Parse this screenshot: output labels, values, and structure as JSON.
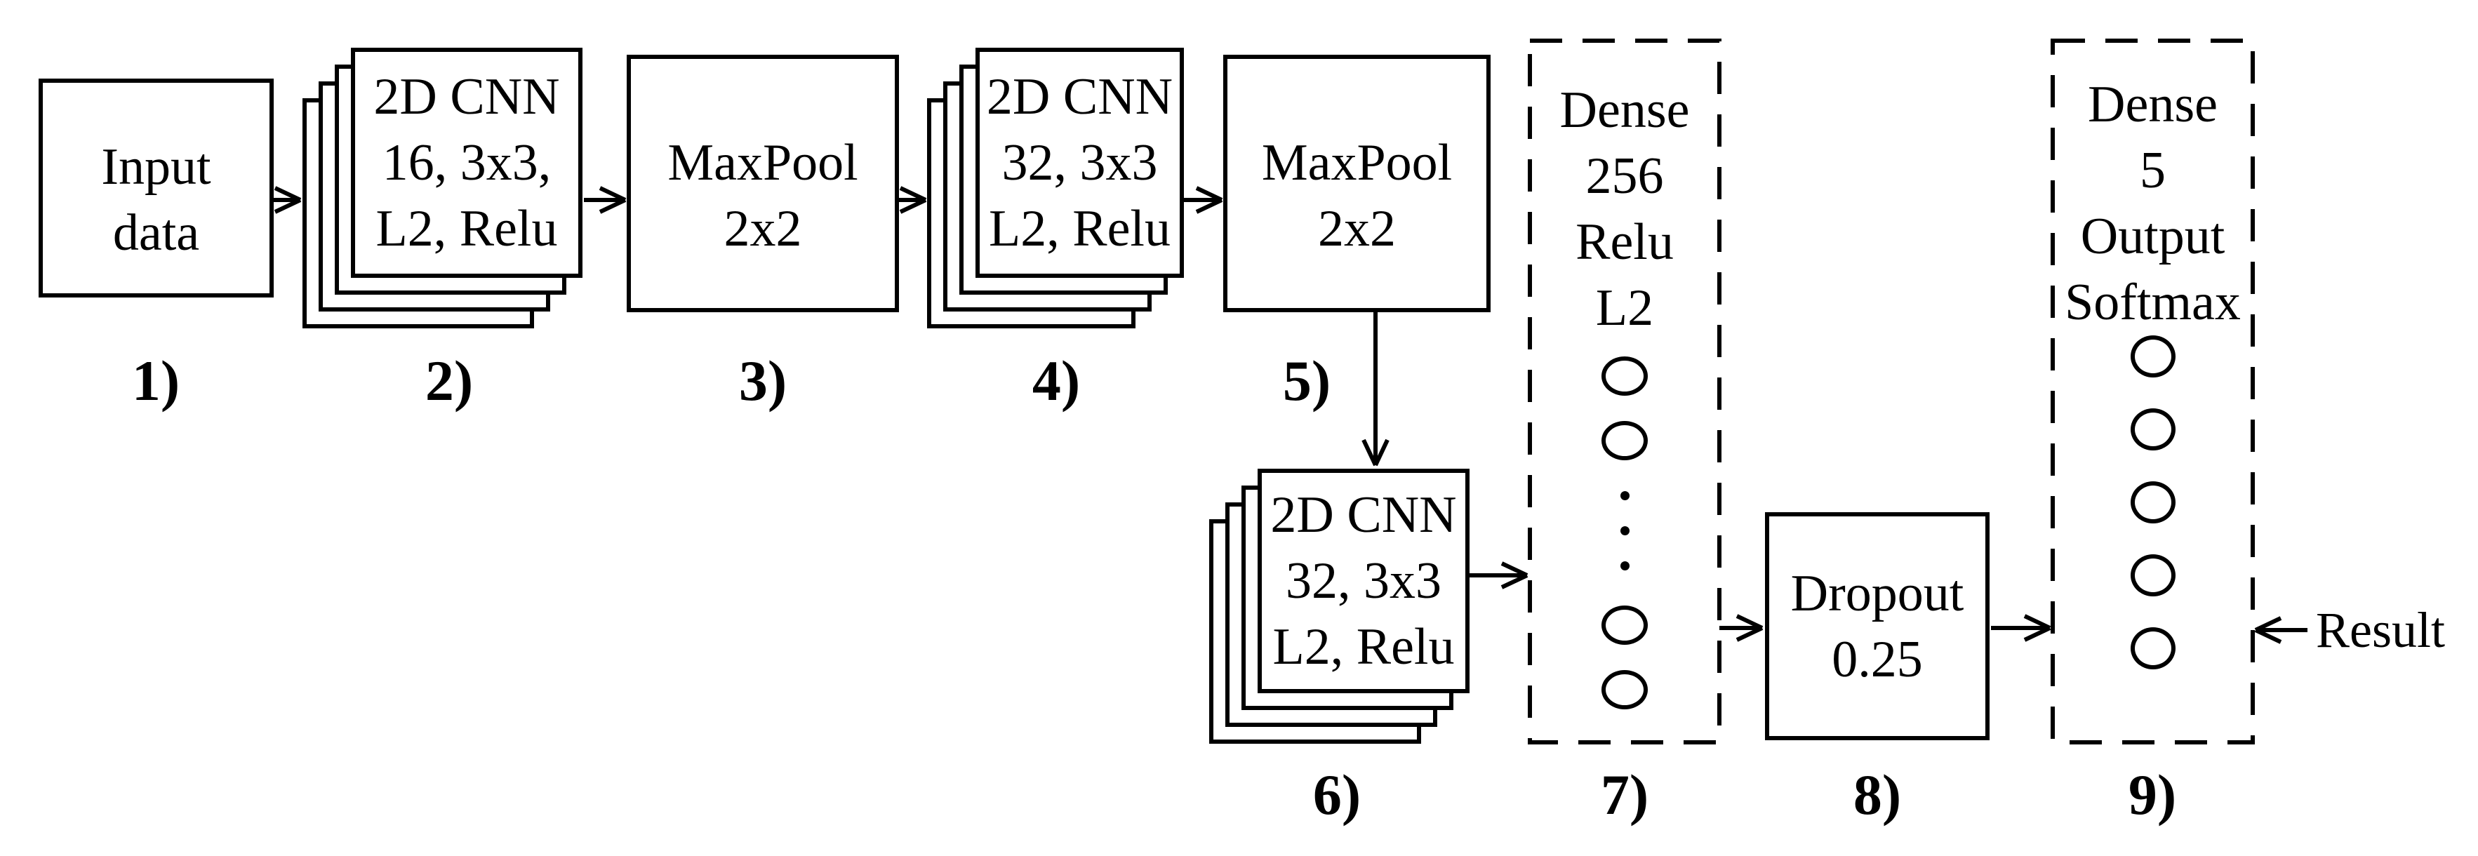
{
  "diagram": {
    "title_implicit": "CNN architecture flow",
    "colors": {
      "stroke": "#000000",
      "background": "#ffffff"
    },
    "result_label": "Result",
    "nodes": [
      {
        "number": "1)",
        "type": "box",
        "lines": [
          "Input",
          "data"
        ]
      },
      {
        "number": "2)",
        "type": "stack",
        "lines": [
          "2D CNN",
          "16, 3x3,",
          "L2, Relu"
        ],
        "sheet_count": 4
      },
      {
        "number": "3)",
        "type": "box",
        "lines": [
          "MaxPool",
          "2x2"
        ]
      },
      {
        "number": "4)",
        "type": "stack",
        "lines": [
          "2D CNN",
          "32, 3x3",
          "L2, Relu"
        ],
        "sheet_count": 4
      },
      {
        "number": "5)",
        "type": "box",
        "lines": [
          "MaxPool",
          "2x2"
        ]
      },
      {
        "number": "6)",
        "type": "stack",
        "lines": [
          "2D CNN",
          "32, 3x3",
          "L2, Relu"
        ],
        "sheet_count": 4
      },
      {
        "number": "7)",
        "type": "dashed-layer",
        "lines": [
          "Dense",
          "256",
          "Relu",
          "L2"
        ],
        "neuron_circles": 4,
        "ellipsis_dots": 3
      },
      {
        "number": "8)",
        "type": "box",
        "lines": [
          "Dropout",
          "0.25"
        ]
      },
      {
        "number": "9)",
        "type": "dashed-layer",
        "lines": [
          "Dense",
          "5",
          "Output",
          "Softmax"
        ],
        "neuron_circles": 5,
        "ellipsis_dots": 0
      }
    ]
  }
}
